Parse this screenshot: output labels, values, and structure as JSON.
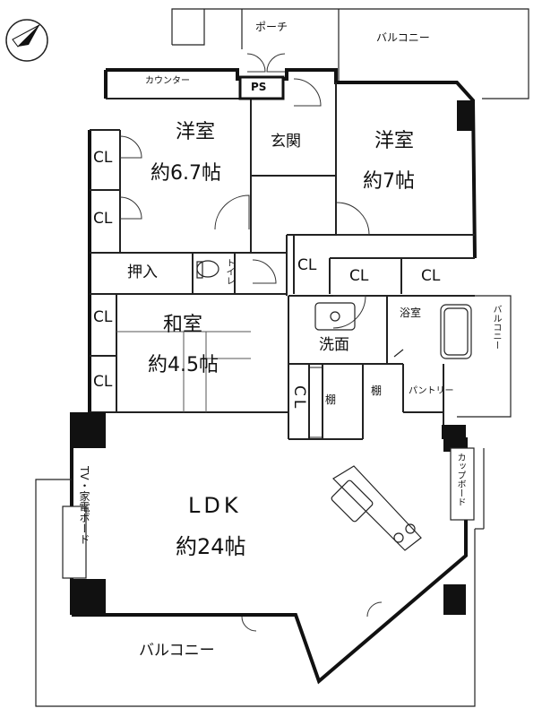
{
  "rooms": {
    "porch": "ポーチ",
    "balcony_top": "バルコニー",
    "counter": "カウンター",
    "ps": "PS",
    "western1_name": "洋室",
    "western1_size": "約6.7帖",
    "entrance": "玄関",
    "western2_name": "洋室",
    "western2_size": "約7帖",
    "cl": "CL",
    "closet_oshiire": "押入",
    "toilet": "トイレ",
    "japanese_name": "和室",
    "japanese_size": "約4.5帖",
    "bath": "浴室",
    "washroom": "洗面",
    "balcony_right": "バルコニー",
    "shelf": "棚",
    "pantry": "パントリー",
    "cupboard": "カップボード",
    "tv_board": "TV・家電ボード",
    "ldk_name": "LDK",
    "ldk_size": "約24帖",
    "balcony_bottom": "バルコニー"
  },
  "colors": {
    "wall": "#111111",
    "line": "#222222",
    "tatami": "#555555"
  }
}
